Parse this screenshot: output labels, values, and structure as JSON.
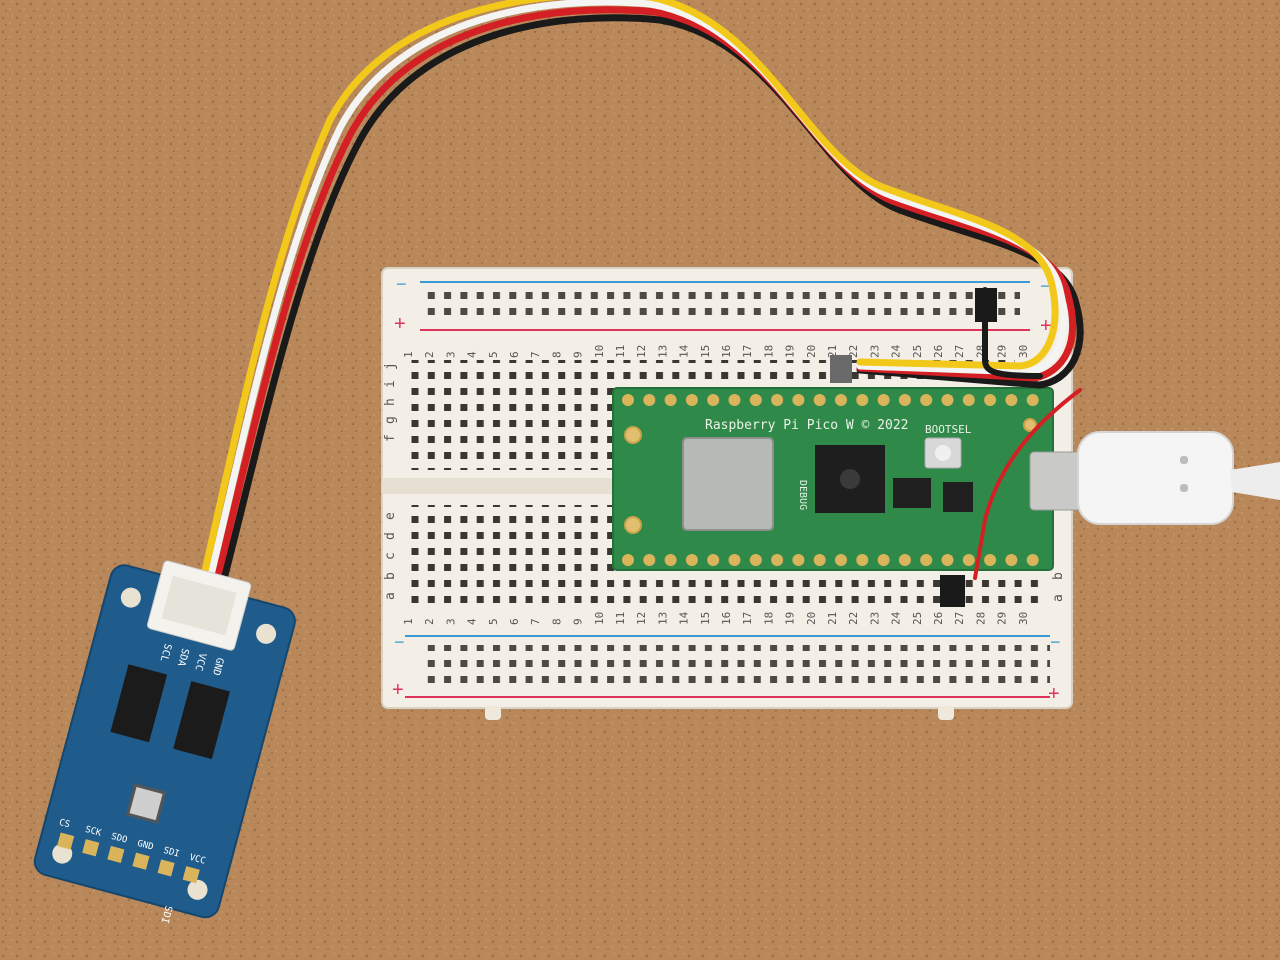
{
  "scene": {
    "description_colors": {
      "desk": "#b8875a",
      "breadboard": "#f3efe6",
      "rail_blue": "#3b9bd6",
      "rail_red": "#e0315a",
      "pico_pcb": "#2f8a4a",
      "sensor_pcb": "#1f5c8c",
      "wire_yellow": "#f2c81a",
      "wire_white": "#f4f4f2",
      "wire_red": "#d41f25",
      "wire_black": "#1a1a1a",
      "usb_cable": "#f5f5f5"
    }
  },
  "breadboard": {
    "row_letters_top": [
      "j",
      "i",
      "h",
      "g",
      "f"
    ],
    "row_letters_bottom": [
      "e",
      "d",
      "c",
      "b",
      "a"
    ],
    "right_row_letters": [
      "b",
      "a"
    ],
    "plus": "+",
    "minus": "−",
    "column_numbers": [
      "1",
      "2",
      "3",
      "4",
      "5",
      "6",
      "7",
      "8",
      "9",
      "10",
      "11",
      "12",
      "13",
      "14",
      "15",
      "16",
      "17",
      "18",
      "19",
      "20",
      "21",
      "22",
      "23",
      "24",
      "25",
      "26",
      "27",
      "28",
      "29",
      "30"
    ]
  },
  "pico": {
    "silk_label": "Raspberry Pi Pico W © 2022",
    "bootsel": "BOOTSEL",
    "debug": "DEBUG"
  },
  "sensor": {
    "connector_pins": [
      "SCL",
      "SDA",
      "VCC",
      "GND"
    ],
    "header_pins": [
      "CS",
      "SCK",
      "SDO",
      "GND",
      "SDI",
      "VCC"
    ],
    "side_label": "SDI"
  }
}
